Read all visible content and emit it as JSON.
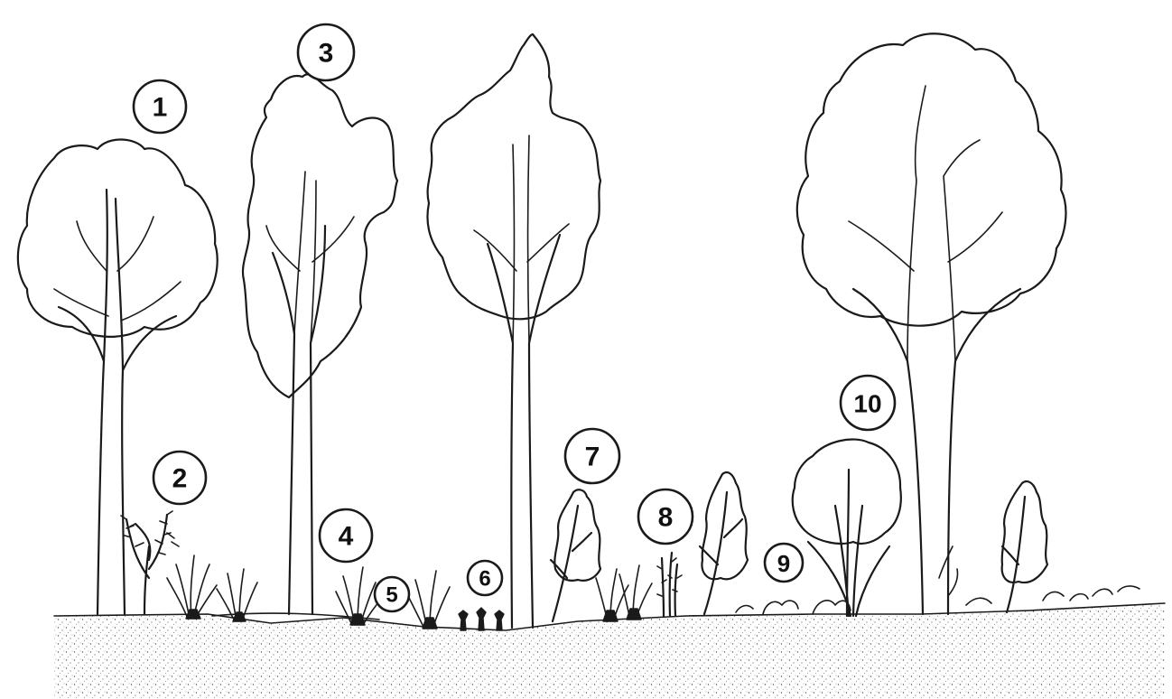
{
  "labels": {
    "l1": "1",
    "l2": "2",
    "l3": "3",
    "l4": "4",
    "l5": "5",
    "l6": "6",
    "l7": "7",
    "l8": "8",
    "l9": "9",
    "l10": "10"
  },
  "colors": {
    "ink": "#1a1a1a",
    "paper": "#ffffff",
    "ground_stipple": "#555555"
  }
}
